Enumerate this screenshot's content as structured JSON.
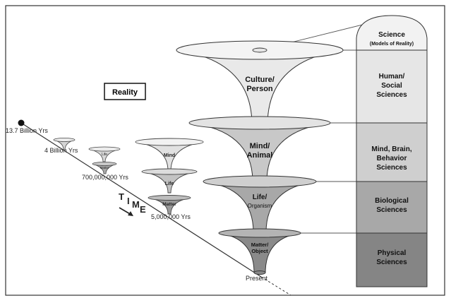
{
  "reality_label": "Reality",
  "time": {
    "letters": [
      "T",
      "I",
      "M",
      "E"
    ],
    "points": [
      {
        "label": "13.7 Billion Yrs"
      },
      {
        "label": "4 Billion Yrs"
      },
      {
        "label": "700,000,000 Yrs"
      },
      {
        "label": "5,000,000 Yrs"
      },
      {
        "label": "Present"
      }
    ]
  },
  "small_cones": {
    "yrs4b": [],
    "yrs700m": [
      "Life",
      "Matter"
    ],
    "yrs5m": [
      "Mind",
      "Life",
      "Matter"
    ]
  },
  "big_cones": [
    {
      "lines": [
        "Culture/",
        "Person"
      ]
    },
    {
      "lines": [
        "Mind/",
        "Animal"
      ]
    },
    {
      "lines": [
        "Life/",
        "Organism"
      ]
    },
    {
      "lines": [
        "Matter/",
        "Object"
      ]
    }
  ],
  "science_column": [
    {
      "lines": [
        "Science",
        "(Models of Reality)"
      ],
      "fill": "#f2f2f2"
    },
    {
      "lines": [
        "Human/",
        "Social",
        "Sciences"
      ],
      "fill": "#e6e6e6"
    },
    {
      "lines": [
        "Mind, Brain,",
        "Behavior",
        "Sciences"
      ],
      "fill": "#cfcfcf"
    },
    {
      "lines": [
        "Biological",
        "Sciences"
      ],
      "fill": "#a8a8a8"
    },
    {
      "lines": [
        "Physical",
        "Sciences"
      ],
      "fill": "#858585"
    }
  ]
}
